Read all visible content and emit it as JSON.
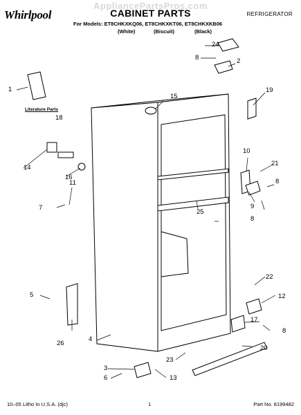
{
  "header": {
    "watermark": "AppliancePartsPros.com",
    "brand": "Whirlpool",
    "title": "CABINET PARTS",
    "category": "REFRIGERATOR",
    "models_line": "For Models: ET8CHKXKQ06, ET8CHKXKT06, ET8CHKXKB06",
    "variants": [
      "(White)",
      "(Biscuit)",
      "(Black)"
    ]
  },
  "diagram": {
    "literature_label": "Literature Parts",
    "callouts": [
      "24",
      "8",
      "2",
      "19",
      "15",
      "1",
      "18",
      "14",
      "16",
      "11",
      "7",
      "10",
      "21",
      "8",
      "9",
      "25",
      "8",
      "22",
      "5",
      "12",
      "17",
      "8",
      "4",
      "26",
      "20",
      "23",
      "3",
      "6",
      "13"
    ]
  },
  "footer": {
    "left": "10–05 Litho In U.S.A. (djc)",
    "center": "1",
    "right": "Part No. 8199482"
  },
  "colors": {
    "line": "#000000",
    "fill": "#ffffff",
    "watermark": "#d8d8d8"
  }
}
